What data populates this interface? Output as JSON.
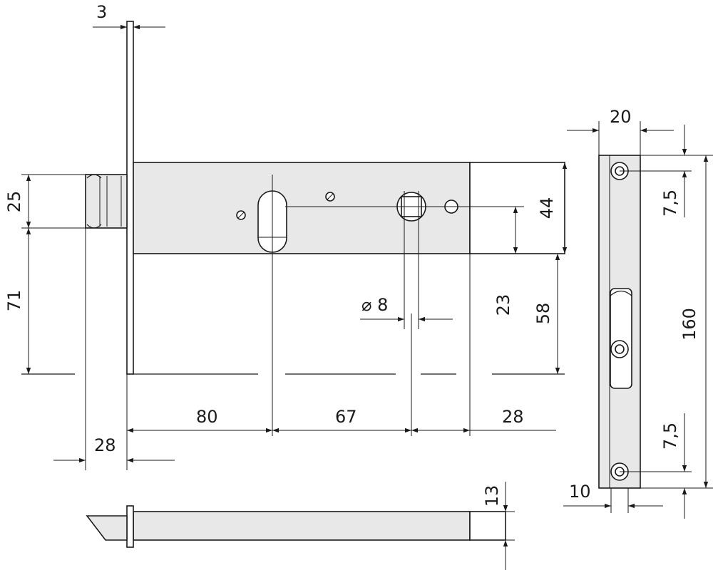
{
  "dimensions": {
    "d_3": "3",
    "d_25": "25",
    "d_71": "71",
    "d_44": "44",
    "d_23": "23",
    "d_58": "58",
    "d_dia8": "⌀ 8",
    "d_80": "80",
    "d_67": "67",
    "d_28_right": "28",
    "d_28_left": "28",
    "d_13": "13",
    "d_20": "20",
    "d_7_5_top": "7,5",
    "d_160": "160",
    "d_7_5_bottom": "7,5",
    "d_10": "10"
  }
}
